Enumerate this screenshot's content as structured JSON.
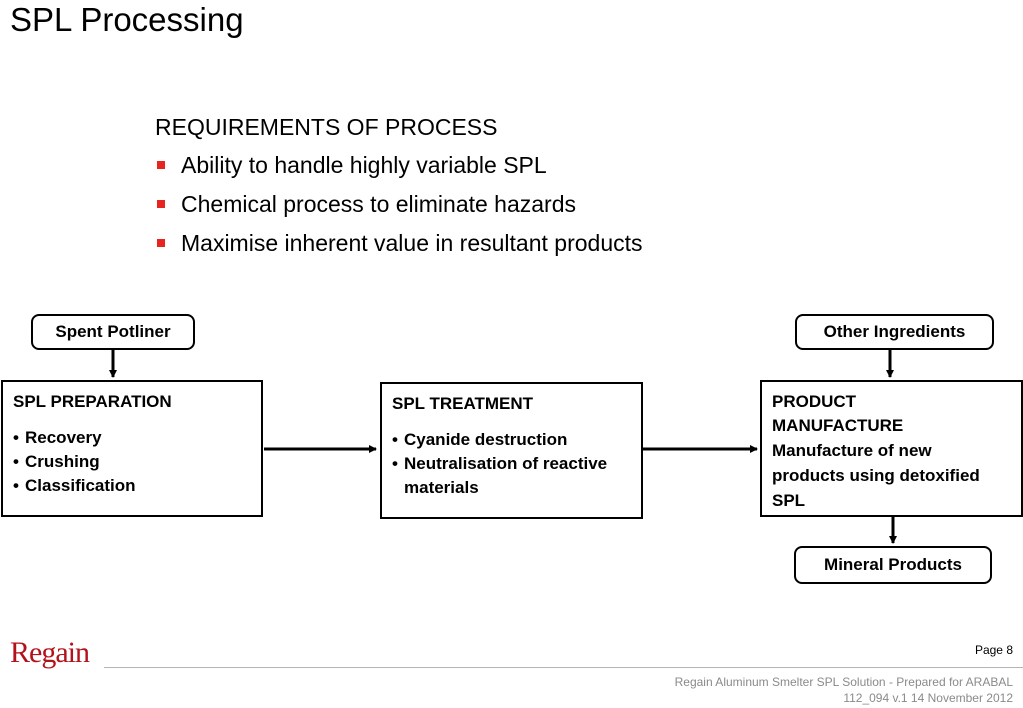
{
  "title": "SPL Processing",
  "requirements": {
    "heading": "REQUIREMENTS OF PROCESS",
    "items": [
      "Ability to handle highly variable SPL",
      "Chemical process to eliminate hazards",
      "Maximise inherent value in resultant products"
    ],
    "bullet_color": "#e8241f"
  },
  "diagram": {
    "inputs": {
      "spent_potliner": "Spent Potliner",
      "other_ingredients": "Other Ingredients"
    },
    "preparation": {
      "heading": "SPL PREPARATION",
      "items": [
        "Recovery",
        "Crushing",
        "Classification"
      ]
    },
    "treatment": {
      "heading": "SPL TREATMENT",
      "items": [
        "Cyanide destruction",
        "Neutralisation of reactive materials"
      ]
    },
    "manufacture": {
      "heading": "PRODUCT MANUFACTURE",
      "description": "Manufacture of new products using detoxified  SPL"
    },
    "output": {
      "mineral_products": "Mineral Products"
    }
  },
  "footer": {
    "logo_text": "Regain",
    "logo_color": "#b3121b",
    "page": "Page 8",
    "line1": "Regain Aluminum Smelter SPL Solution - Prepared for  ARABAL",
    "line2": "112_094 v.1 14 November 2012"
  }
}
